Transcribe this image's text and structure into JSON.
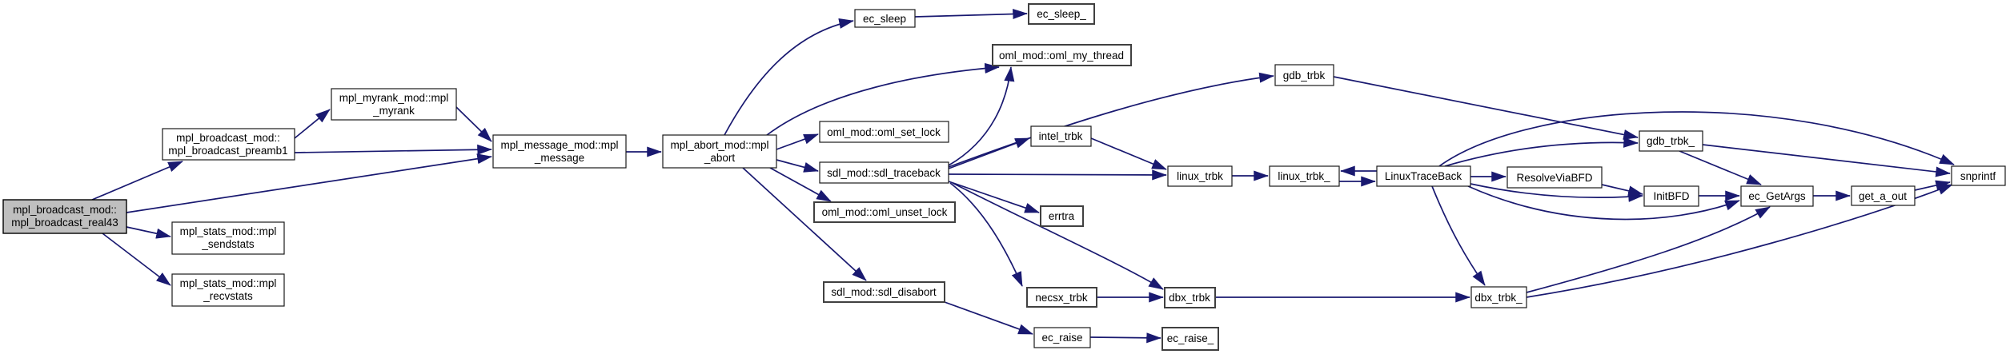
{
  "diagram": {
    "kind": "doxygen-call-graph",
    "root_function": "mpl_broadcast_mod::mpl_broadcast_real43",
    "edge_color": "#191970",
    "node_fill": "#ffffff",
    "root_node_fill": "#bfbfbf",
    "node_border_color": "#1a1a1a"
  },
  "nodes": [
    {
      "id": "mpl_broadcast_real43",
      "lines": [
        "mpl_broadcast_mod::",
        "mpl_broadcast_real43"
      ],
      "root": true
    },
    {
      "id": "mpl_broadcast_preamb1",
      "lines": [
        "mpl_broadcast_mod::",
        "mpl_broadcast_preamb1"
      ]
    },
    {
      "id": "mpl_myrank",
      "lines": [
        "mpl_myrank_mod::mpl",
        "_myrank"
      ]
    },
    {
      "id": "mpl_sendstats",
      "lines": [
        "mpl_stats_mod::mpl",
        "_sendstats"
      ]
    },
    {
      "id": "mpl_recvstats",
      "lines": [
        "mpl_stats_mod::mpl",
        "_recvstats"
      ]
    },
    {
      "id": "mpl_message",
      "lines": [
        "mpl_message_mod::mpl",
        "_message"
      ]
    },
    {
      "id": "mpl_abort",
      "lines": [
        "mpl_abort_mod::mpl",
        "_abort"
      ]
    },
    {
      "id": "ec_sleep",
      "lines": [
        "ec_sleep"
      ]
    },
    {
      "id": "ec_sleep_",
      "lines": [
        "ec_sleep_"
      ]
    },
    {
      "id": "oml_my_thread",
      "lines": [
        "oml_mod::oml_my_thread"
      ]
    },
    {
      "id": "oml_set_lock",
      "lines": [
        "oml_mod::oml_set_lock"
      ]
    },
    {
      "id": "sdl_traceback",
      "lines": [
        "sdl_mod::sdl_traceback"
      ]
    },
    {
      "id": "oml_unset_lock",
      "lines": [
        "oml_mod::oml_unset_lock"
      ]
    },
    {
      "id": "errtra",
      "lines": [
        "errtra"
      ]
    },
    {
      "id": "intel_trbk",
      "lines": [
        "intel_trbk"
      ]
    },
    {
      "id": "sdl_disabort",
      "lines": [
        "sdl_mod::sdl_disabort"
      ]
    },
    {
      "id": "necsx_trbk",
      "lines": [
        "necsx_trbk"
      ]
    },
    {
      "id": "ec_raise",
      "lines": [
        "ec_raise"
      ]
    },
    {
      "id": "ec_raise_",
      "lines": [
        "ec_raise_"
      ]
    },
    {
      "id": "dbx_trbk",
      "lines": [
        "dbx_trbk"
      ]
    },
    {
      "id": "linux_trbk",
      "lines": [
        "linux_trbk"
      ]
    },
    {
      "id": "linux_trbk_",
      "lines": [
        "linux_trbk_"
      ]
    },
    {
      "id": "LinuxTraceBack",
      "lines": [
        "LinuxTraceBack"
      ]
    },
    {
      "id": "gdb_trbk",
      "lines": [
        "gdb_trbk"
      ]
    },
    {
      "id": "gdb_trbk_",
      "lines": [
        "gdb_trbk_"
      ]
    },
    {
      "id": "ResolveViaBFD",
      "lines": [
        "ResolveViaBFD"
      ]
    },
    {
      "id": "InitBFD",
      "lines": [
        "InitBFD"
      ]
    },
    {
      "id": "ec_GetArgs",
      "lines": [
        "ec_GetArgs"
      ]
    },
    {
      "id": "get_a_out",
      "lines": [
        "get_a_out"
      ]
    },
    {
      "id": "snprintf",
      "lines": [
        "snprintf"
      ]
    },
    {
      "id": "dbx_trbk_",
      "lines": [
        "dbx_trbk_"
      ]
    }
  ],
  "edges": [
    {
      "from": "mpl_broadcast_real43",
      "to": "mpl_broadcast_preamb1"
    },
    {
      "from": "mpl_broadcast_real43",
      "to": "mpl_message"
    },
    {
      "from": "mpl_broadcast_real43",
      "to": "mpl_sendstats"
    },
    {
      "from": "mpl_broadcast_real43",
      "to": "mpl_recvstats"
    },
    {
      "from": "mpl_broadcast_preamb1",
      "to": "mpl_myrank"
    },
    {
      "from": "mpl_broadcast_preamb1",
      "to": "mpl_message"
    },
    {
      "from": "mpl_myrank",
      "to": "mpl_message"
    },
    {
      "from": "mpl_message",
      "to": "mpl_abort"
    },
    {
      "from": "mpl_abort",
      "to": "ec_sleep"
    },
    {
      "from": "mpl_abort",
      "to": "oml_my_thread"
    },
    {
      "from": "mpl_abort",
      "to": "oml_set_lock"
    },
    {
      "from": "mpl_abort",
      "to": "sdl_traceback"
    },
    {
      "from": "mpl_abort",
      "to": "oml_unset_lock"
    },
    {
      "from": "mpl_abort",
      "to": "sdl_disabort"
    },
    {
      "from": "ec_sleep",
      "to": "ec_sleep_"
    },
    {
      "from": "sdl_traceback",
      "to": "oml_my_thread"
    },
    {
      "from": "sdl_traceback",
      "to": "gdb_trbk"
    },
    {
      "from": "sdl_traceback",
      "to": "intel_trbk"
    },
    {
      "from": "sdl_traceback",
      "to": "linux_trbk"
    },
    {
      "from": "sdl_traceback",
      "to": "errtra"
    },
    {
      "from": "sdl_traceback",
      "to": "necsx_trbk"
    },
    {
      "from": "sdl_traceback",
      "to": "dbx_trbk"
    },
    {
      "from": "intel_trbk",
      "to": "linux_trbk"
    },
    {
      "from": "necsx_trbk",
      "to": "dbx_trbk"
    },
    {
      "from": "dbx_trbk",
      "to": "dbx_trbk_"
    },
    {
      "from": "linux_trbk",
      "to": "linux_trbk_"
    },
    {
      "from": "linux_trbk_",
      "to": "LinuxTraceBack"
    },
    {
      "from": "LinuxTraceBack",
      "to": "linux_trbk_"
    },
    {
      "from": "LinuxTraceBack",
      "to": "gdb_trbk_"
    },
    {
      "from": "gdb_trbk",
      "to": "gdb_trbk_"
    },
    {
      "from": "LinuxTraceBack",
      "to": "ResolveViaBFD"
    },
    {
      "from": "LinuxTraceBack",
      "to": "InitBFD"
    },
    {
      "from": "LinuxTraceBack",
      "to": "ec_GetArgs"
    },
    {
      "from": "LinuxTraceBack",
      "to": "snprintf"
    },
    {
      "from": "LinuxTraceBack",
      "to": "dbx_trbk_"
    },
    {
      "from": "ResolveViaBFD",
      "to": "InitBFD"
    },
    {
      "from": "InitBFD",
      "to": "ec_GetArgs"
    },
    {
      "from": "gdb_trbk_",
      "to": "ec_GetArgs"
    },
    {
      "from": "gdb_trbk_",
      "to": "snprintf"
    },
    {
      "from": "ec_GetArgs",
      "to": "get_a_out"
    },
    {
      "from": "get_a_out",
      "to": "snprintf"
    },
    {
      "from": "dbx_trbk_",
      "to": "ec_GetArgs"
    },
    {
      "from": "dbx_trbk_",
      "to": "snprintf"
    },
    {
      "from": "sdl_disabort",
      "to": "ec_raise"
    },
    {
      "from": "ec_raise",
      "to": "ec_raise_"
    }
  ]
}
